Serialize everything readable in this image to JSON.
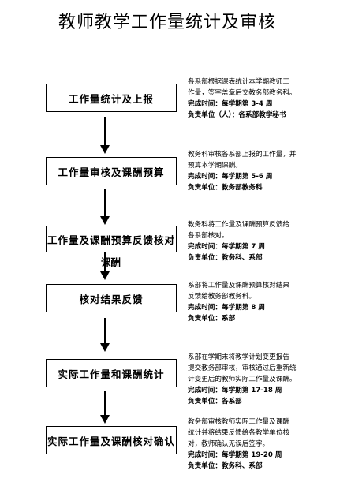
{
  "title": "教师教学工作量统计及审核",
  "steps": [
    {
      "box": "工作量统计及上报",
      "desc": [
        "各系部根据课表统计本学期教师工",
        "作量，签字盖章后交教务部教务科。"
      ],
      "time_label": "完成时间：",
      "time_value": "每学期第 3-4 周",
      "unit_label": "负责单位（人）：",
      "unit_value": "各系部教学秘书"
    },
    {
      "box": "工作量审核及课酬预算",
      "desc": [
        "教务科审核各系部上报的工作量，并",
        "预算本学期课酬。"
      ],
      "time_label": "完成时间：",
      "time_value": "每学期第 5-6 周",
      "unit_label": "负责单位：",
      "unit_value": "教务部教务科"
    },
    {
      "box": "工作量及课酬预算反馈核对",
      "box_overflow": "课酬",
      "desc": [
        "教务科将工作量及课酬预算反馈给",
        "各系部核对。"
      ],
      "time_label": "完成时间：",
      "time_value": "每学期第 7 周",
      "unit_label": "负责单位：",
      "unit_value": "教务科、系部"
    },
    {
      "box": "核对结果反馈",
      "desc": [
        "系部将工作量及课酬预算核对结果",
        "反馈给教务部教务科。"
      ],
      "time_label": "完成时间：",
      "time_value": "每学期第 8 周",
      "unit_label": "负责单位：",
      "unit_value": "系部"
    },
    {
      "box": "实际工作量和课酬统计",
      "desc": [
        "系部在学期末将教学计划变更报告",
        "提交教务部审核，审核通过后重新统",
        "计变更后的教师实际工作量及课酬。"
      ],
      "time_label": "完成时间：",
      "time_value": "每学期第 17-18 周",
      "unit_label": "负责单位：",
      "unit_value": "各系部"
    },
    {
      "box": "实际工作量及课酬核对确认",
      "desc": [
        "教务部审核教师实际工作量及课酬",
        "统计并将结果反馈给各教学单位核",
        "对，教师确认无误后签字。"
      ],
      "time_label": "完成时间：",
      "time_value": "每学期第 19-20 周",
      "unit_label": "负责单位：",
      "unit_value": "教务科、系部"
    }
  ]
}
